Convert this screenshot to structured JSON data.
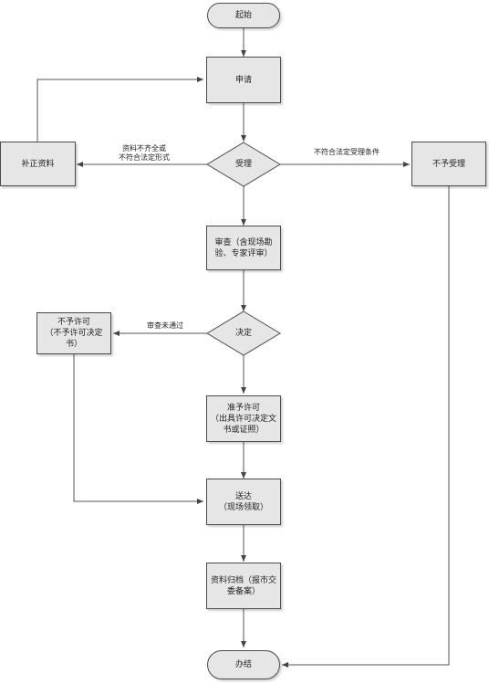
{
  "nodes": {
    "start": "起始",
    "apply": "申请",
    "accept": "受理",
    "supplement": "补正资料",
    "reject": "不予受理",
    "review": "审查（含现场勘\n验、专家评审）",
    "decide": "决定",
    "deny": "不予许可\n（不予许可决定\n书）",
    "approve": "准予许可\n（出具许可决定文\n书或证照）",
    "deliver": "送达\n（现场领取）",
    "archive": "资料归档（报市交\n委备案）",
    "finish": "办结"
  },
  "edges": {
    "incomplete": "资料不齐全或\n不符合法定形式",
    "not_qualified": "不符合法定受理条件",
    "review_failed": "审查未通过"
  }
}
